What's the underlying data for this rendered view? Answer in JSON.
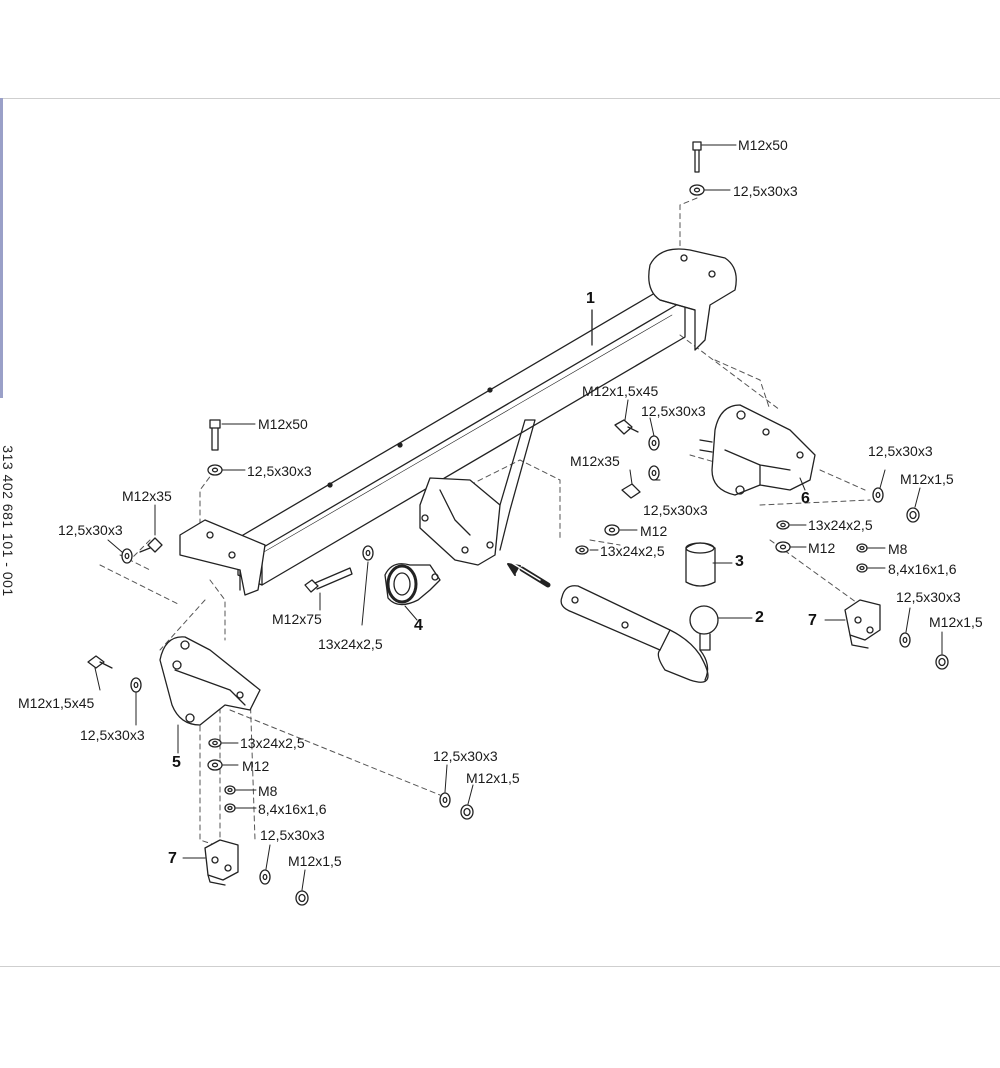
{
  "drawing_code": "313 402 681 101 - 001",
  "part_numbers": {
    "p1": "1",
    "p2": "2",
    "p3": "3",
    "p4": "4",
    "p5": "5",
    "p6": "6",
    "p7_right": "7",
    "p7_left": "7"
  },
  "labels": {
    "top_bolt": "M12x50",
    "top_washer": "12,5x30x3",
    "left_bolt": "M12x50",
    "left_washer": "12,5x30x3",
    "left_bracket_bolt": "M12x35",
    "left_bracket_washer": "12,5x30x3",
    "bolt_m12x75": "M12x75",
    "washer_13_left": "13x24x2,5",
    "right_bolt_45": "M12x1,5x45",
    "right_washer_a": "12,5x30x3",
    "right_bolt_35": "M12x35",
    "right_washer_b": "12,5x30x3",
    "nut_m12_mid": "M12",
    "washer_13_mid": "13x24x2,5",
    "far_right_washer": "12,5x30x3",
    "far_right_nut": "M12x1,5",
    "bracket6_washer": "13x24x2,5",
    "bracket6_nut": "M12",
    "r7_m8": "M8",
    "r7_washer_small": "8,4x16x1,6",
    "r7_washer": "12,5x30x3",
    "r7_nut": "M12x1,5",
    "l5_bolt": "M12x1,5x45",
    "l5_washer": "12,5x30x3",
    "l5_washer_13": "13x24x2,5",
    "l5_nut": "M12",
    "mid_washer": "12,5x30x3",
    "mid_nut": "M12x1,5",
    "l7_m8": "M8",
    "l7_washer_small": "8,4x16x1,6",
    "l7_washer": "12,5x30x3",
    "l7_nut": "M12x1,5"
  }
}
